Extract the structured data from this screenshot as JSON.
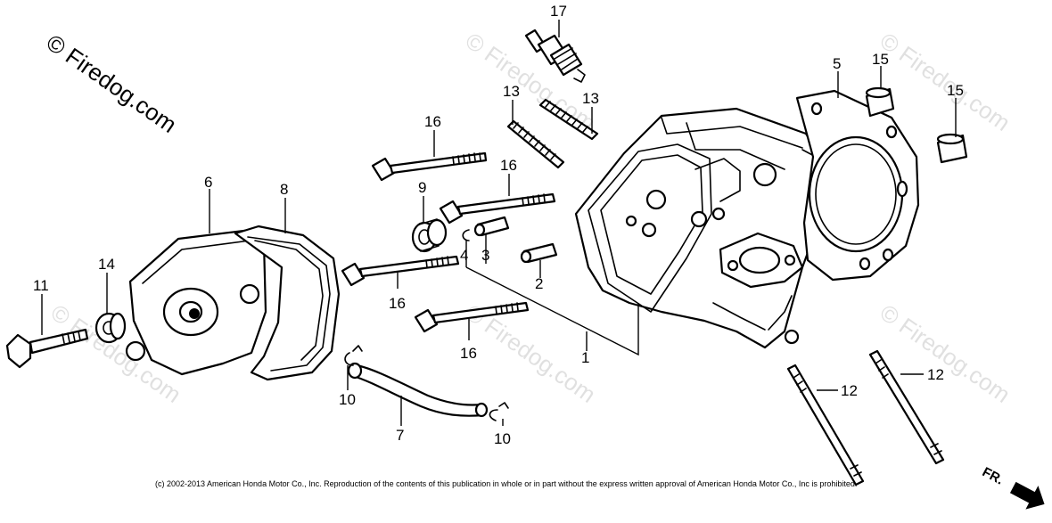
{
  "watermark": {
    "main": "© Firedog.com",
    "repeat": "© Firedog.com"
  },
  "copyright": "(c) 2002-2013 American Honda Motor Co., Inc. Reproduction of the contents of this publication in whole or in part without the express written approval of American Honda Motor Co., Inc is prohibited.",
  "front_indicator": "FR.",
  "callouts": {
    "c1": "1",
    "c2": "2",
    "c3": "3",
    "c4": "4",
    "c5": "5",
    "c6": "6",
    "c7": "7",
    "c8": "8",
    "c9": "9",
    "c10a": "10",
    "c10b": "10",
    "c11": "11",
    "c12a": "12",
    "c12b": "12",
    "c13a": "13",
    "c13b": "13",
    "c14": "14",
    "c15a": "15",
    "c15b": "15",
    "c16a": "16",
    "c16b": "16",
    "c16c": "16",
    "c16d": "16",
    "c17": "17"
  }
}
